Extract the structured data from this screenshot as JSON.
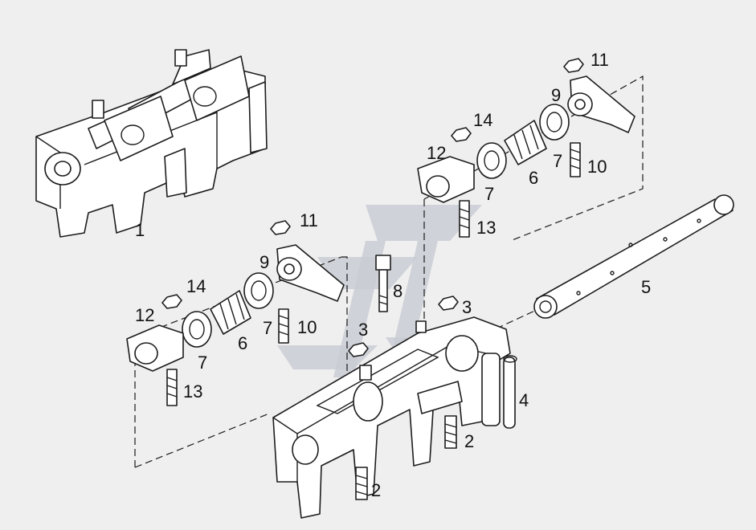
{
  "diagram": {
    "callouts": [
      {
        "id": "c1",
        "text": "1"
      },
      {
        "id": "c2a",
        "text": "2"
      },
      {
        "id": "c2b",
        "text": "2"
      },
      {
        "id": "c3a",
        "text": "3"
      },
      {
        "id": "c3b",
        "text": "3"
      },
      {
        "id": "c4",
        "text": "4"
      },
      {
        "id": "c5",
        "text": "5"
      },
      {
        "id": "c6a",
        "text": "6"
      },
      {
        "id": "c6b",
        "text": "6"
      },
      {
        "id": "c7a",
        "text": "7"
      },
      {
        "id": "c7b",
        "text": "7"
      },
      {
        "id": "c7c",
        "text": "7"
      },
      {
        "id": "c7d",
        "text": "7"
      },
      {
        "id": "c8",
        "text": "8"
      },
      {
        "id": "c9a",
        "text": "9"
      },
      {
        "id": "c9b",
        "text": "9"
      },
      {
        "id": "c10a",
        "text": "10"
      },
      {
        "id": "c10b",
        "text": "10"
      },
      {
        "id": "c11a",
        "text": "11"
      },
      {
        "id": "c11b",
        "text": "11"
      },
      {
        "id": "c12a",
        "text": "12"
      },
      {
        "id": "c12b",
        "text": "12"
      },
      {
        "id": "c13a",
        "text": "13"
      },
      {
        "id": "c13b",
        "text": "13"
      },
      {
        "id": "c14a",
        "text": "14"
      },
      {
        "id": "c14b",
        "text": "14"
      }
    ]
  }
}
